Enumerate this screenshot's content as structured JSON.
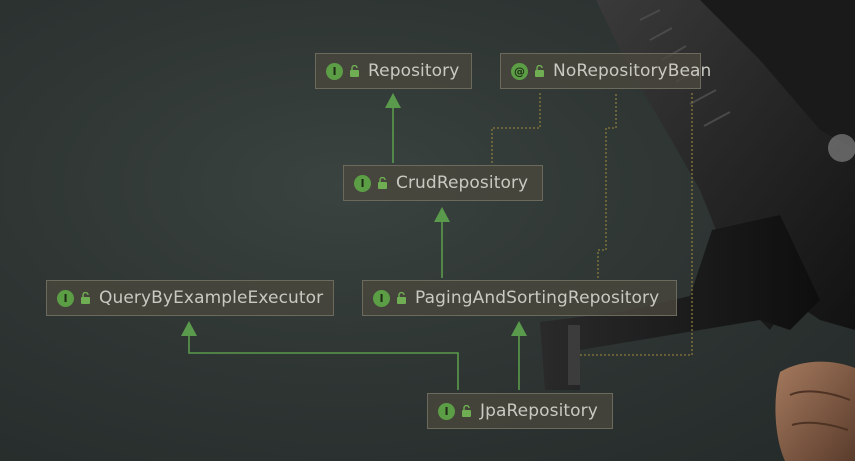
{
  "diagram": {
    "nodes": [
      {
        "id": "repository",
        "label": "Repository",
        "badge": "I",
        "kind": "interface"
      },
      {
        "id": "no-repository-bean",
        "label": "NoRepositoryBean",
        "badge": "@",
        "kind": "annotation"
      },
      {
        "id": "crud-repository",
        "label": "CrudRepository",
        "badge": "I",
        "kind": "interface"
      },
      {
        "id": "query-by-example-executor",
        "label": "QueryByExampleExecutor",
        "badge": "I",
        "kind": "interface"
      },
      {
        "id": "paging-and-sorting-repository",
        "label": "PagingAndSortingRepository",
        "badge": "I",
        "kind": "interface"
      },
      {
        "id": "jpa-repository",
        "label": "JpaRepository",
        "badge": "I",
        "kind": "interface"
      }
    ],
    "edges": [
      {
        "from": "crud-repository",
        "to": "repository",
        "type": "extends"
      },
      {
        "from": "paging-and-sorting-repository",
        "to": "crud-repository",
        "type": "extends"
      },
      {
        "from": "jpa-repository",
        "to": "paging-and-sorting-repository",
        "type": "extends"
      },
      {
        "from": "jpa-repository",
        "to": "query-by-example-executor",
        "type": "extends"
      },
      {
        "from": "crud-repository",
        "to": "no-repository-bean",
        "type": "annotated"
      },
      {
        "from": "paging-and-sorting-repository",
        "to": "no-repository-bean",
        "type": "annotated"
      },
      {
        "from": "jpa-repository",
        "to": "no-repository-bean",
        "type": "annotated"
      }
    ],
    "colors": {
      "background": "#2f3634",
      "node_fill": "#4a483e",
      "node_border": "#6c6a5c",
      "label_text": "#c9c9c2",
      "badge_green": "#5c9e45",
      "extends_line": "#5a9a4c",
      "annotation_line": "#8a7a3a"
    },
    "icons": {
      "interface": "interface-badge-icon",
      "annotation": "annotation-badge-icon",
      "visibility": "lock-open-icon"
    }
  }
}
